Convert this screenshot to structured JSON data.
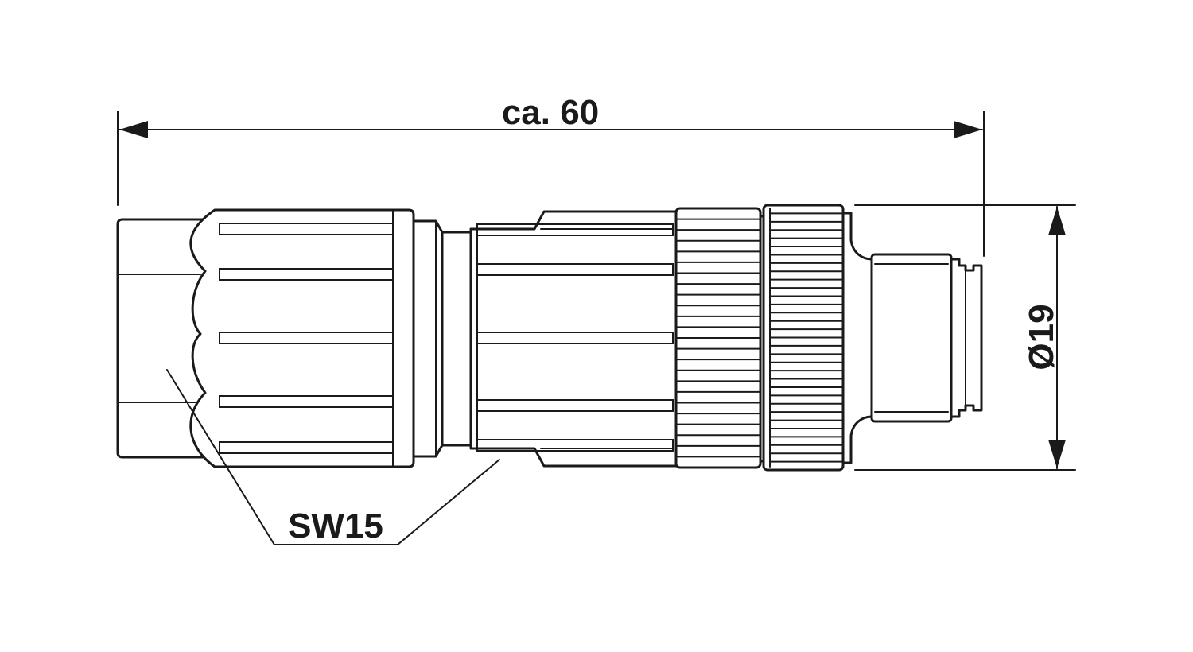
{
  "dimensions": {
    "length_label": "ca. 60",
    "diameter_label": "Ø19",
    "wrench_size_label": "SW15"
  },
  "colors": {
    "line": "#1a1a1a",
    "background": "#ffffff"
  }
}
